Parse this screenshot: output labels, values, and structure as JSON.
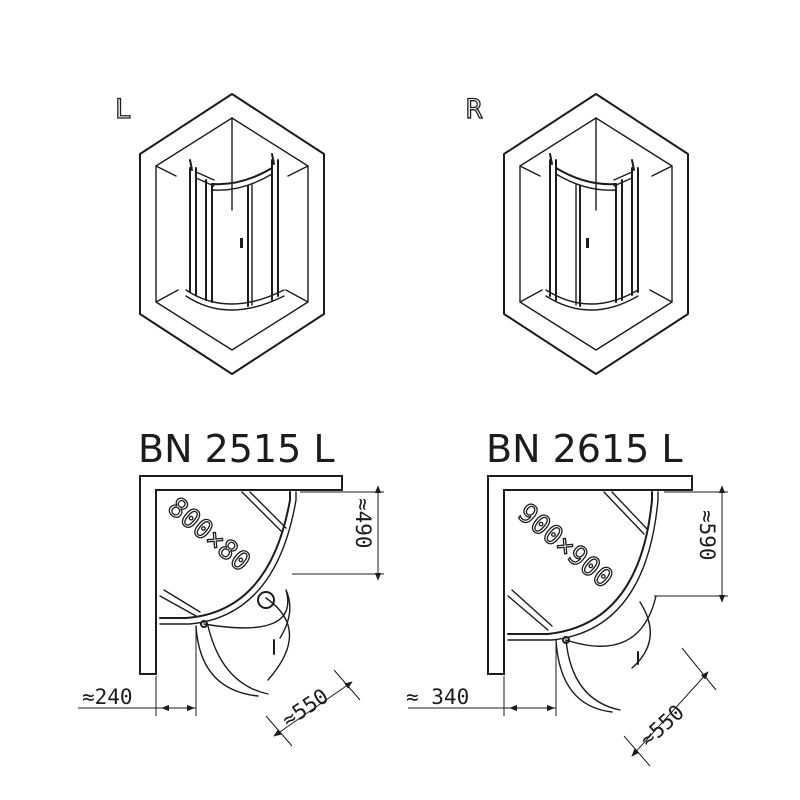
{
  "variants": [
    {
      "side_letter": "L",
      "model": "BN 2515 L",
      "size": "800×80",
      "depth": "≈490",
      "offset": "≈240",
      "door": "≈550"
    },
    {
      "side_letter": "R",
      "model": "BN 2615 L",
      "size": "900×900",
      "depth": "≈590",
      "offset": "≈ 340",
      "door": "≈550"
    }
  ],
  "colors": {
    "line": "#1c1c1c",
    "background": "#ffffff"
  }
}
